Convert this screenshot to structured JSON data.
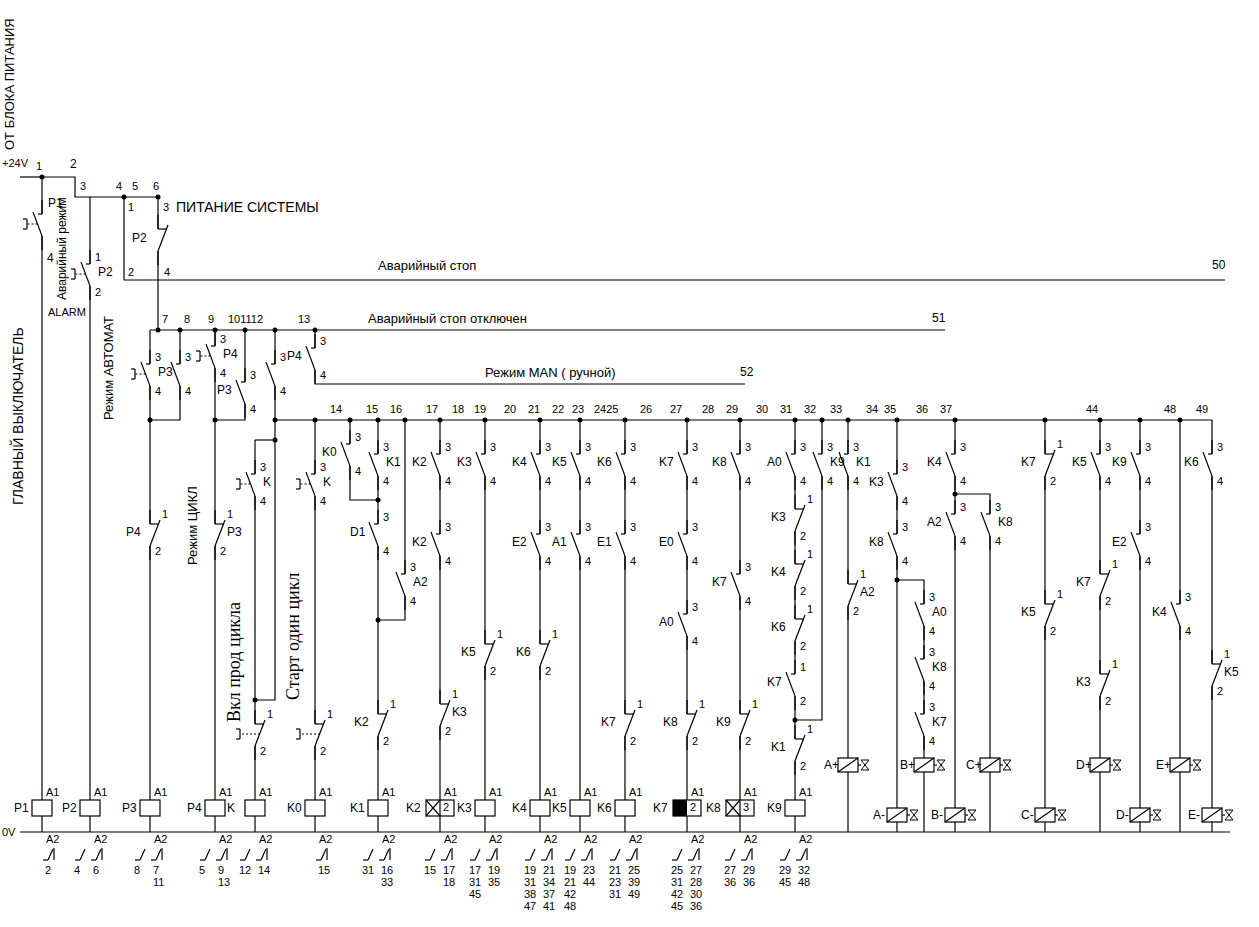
{
  "diagram": {
    "labels": [
      "ОТ БЛОКА ПИТАНИЯ",
      "+24V",
      "1",
      "2",
      "3",
      "P1",
      "4",
      "ГЛАВНЫЙ ВЫКЛЮЧАТЕЛЬ",
      "Аварийный режим",
      "1",
      "P2",
      "2",
      "ALARM",
      "4",
      "5",
      "6",
      "1",
      "3",
      "ПИТАНИЕ СИСТЕМЫ",
      "P2",
      "2",
      "4",
      "Аварийный стоп",
      "50",
      "Режим АВТОМАТ",
      "7",
      "8",
      "9",
      "101112",
      "13",
      "Аварийный стоп отключен",
      "51",
      "3",
      "P4",
      "4",
      "Режим MAN ( ручной)",
      "52",
      "3",
      "P3",
      "4",
      "3",
      "4",
      "3",
      "P4",
      "4",
      "3",
      "P3",
      "4",
      "3",
      "4",
      "Режим ЦИКЛ",
      "1",
      "P4",
      "2",
      "1",
      "P3",
      "2",
      "Вкл прод цикла",
      "3",
      "K",
      "4",
      "1",
      "2",
      "Старт один цикл",
      "3",
      "K",
      "4",
      "1",
      "2",
      "3",
      "K0",
      "4",
      "3",
      "K1",
      "4",
      "3",
      "D1",
      "4",
      "3",
      "A2",
      "4",
      "1",
      "K2",
      "2",
      "3",
      "K2",
      "4",
      "3",
      "K2",
      "4",
      "1",
      "K3",
      "2",
      "3",
      "K3",
      "4",
      "1",
      "K5",
      "2",
      "3",
      "K4",
      "4",
      "3",
      "E2",
      "4",
      "1",
      "K6",
      "2",
      "3",
      "K5",
      "4",
      "3",
      "A1",
      "4",
      "3",
      "K6",
      "4",
      "3",
      "E1",
      "4",
      "1",
      "K7",
      "2",
      "3",
      "K7",
      "4",
      "3",
      "E0",
      "4",
      "3",
      "A0",
      "4",
      "1",
      "K8",
      "2",
      "3",
      "K8",
      "4",
      "3",
      "K7",
      "4",
      "1",
      "K9",
      "2",
      "3",
      "A0",
      "4",
      "1",
      "K3",
      "2",
      "1",
      "K4",
      "2",
      "1",
      "K6",
      "2",
      "1",
      "K7",
      "2",
      "1",
      "K1",
      "2",
      "3",
      "K9",
      "4",
      "3",
      "K1",
      "4",
      "1",
      "A2",
      "2",
      "3",
      "K3",
      "4",
      "3",
      "K8",
      "4",
      "3",
      "A0",
      "4",
      "3",
      "K8",
      "4",
      "3",
      "K7",
      "4",
      "3",
      "K4",
      "4",
      "3",
      "A2",
      "4",
      "3",
      "K8",
      "4",
      "1",
      "K7",
      "2",
      "1",
      "K5",
      "2",
      "3",
      "K5",
      "4",
      "1",
      "K7",
      "2",
      "1",
      "K3",
      "2",
      "3",
      "K9",
      "4",
      "3",
      "E2",
      "4",
      "3",
      "K4",
      "4",
      "3",
      "K6",
      "4",
      "1",
      "K5",
      "2",
      "14",
      "15",
      "16",
      "17",
      "18",
      "19",
      "20",
      "21",
      "22",
      "23",
      "2425",
      "26",
      "27",
      "28",
      "29",
      "30",
      "31",
      "32",
      "33",
      "34",
      "35",
      "36",
      "37",
      "44",
      "48",
      "49",
      "0V",
      "P1",
      "A1",
      "A2",
      "P2",
      "A1",
      "A2",
      "P3",
      "A1",
      "A2",
      "P4",
      "A1",
      "A2",
      "K",
      "A1",
      "A2",
      "K0",
      "A1",
      "A2",
      "K1",
      "A1",
      "A2",
      "K2",
      "2",
      "A1",
      "A2",
      "K3",
      "A1",
      "A2",
      "K4",
      "A1",
      "A2",
      "K5",
      "A1",
      "A2",
      "K6",
      "A1",
      "A2",
      "K7",
      "2",
      "A1",
      "A2",
      "K8",
      "3",
      "A1",
      "A2",
      "K9",
      "A1",
      "A2",
      "A+",
      "A-",
      "B+",
      "B-",
      "C+",
      "C-",
      "D+",
      "D-",
      "E+",
      "E-",
      "2",
      "4",
      "6",
      "8",
      "7",
      "11",
      "5",
      "9",
      "13",
      "12",
      "14",
      "15",
      "31",
      "16",
      "33",
      "15",
      "17",
      "18",
      "17",
      "31",
      "45",
      "19",
      "35",
      "19",
      "31",
      "38",
      "47",
      "21",
      "34",
      "37",
      "41",
      "19",
      "21",
      "42",
      "48",
      "23",
      "44",
      "21",
      "23",
      "31",
      "25",
      "39",
      "49",
      "25",
      "31",
      "42",
      "45",
      "27",
      "28",
      "30",
      "36",
      "27",
      "36",
      "29",
      "36",
      "29",
      "45",
      "32",
      "48"
    ]
  }
}
